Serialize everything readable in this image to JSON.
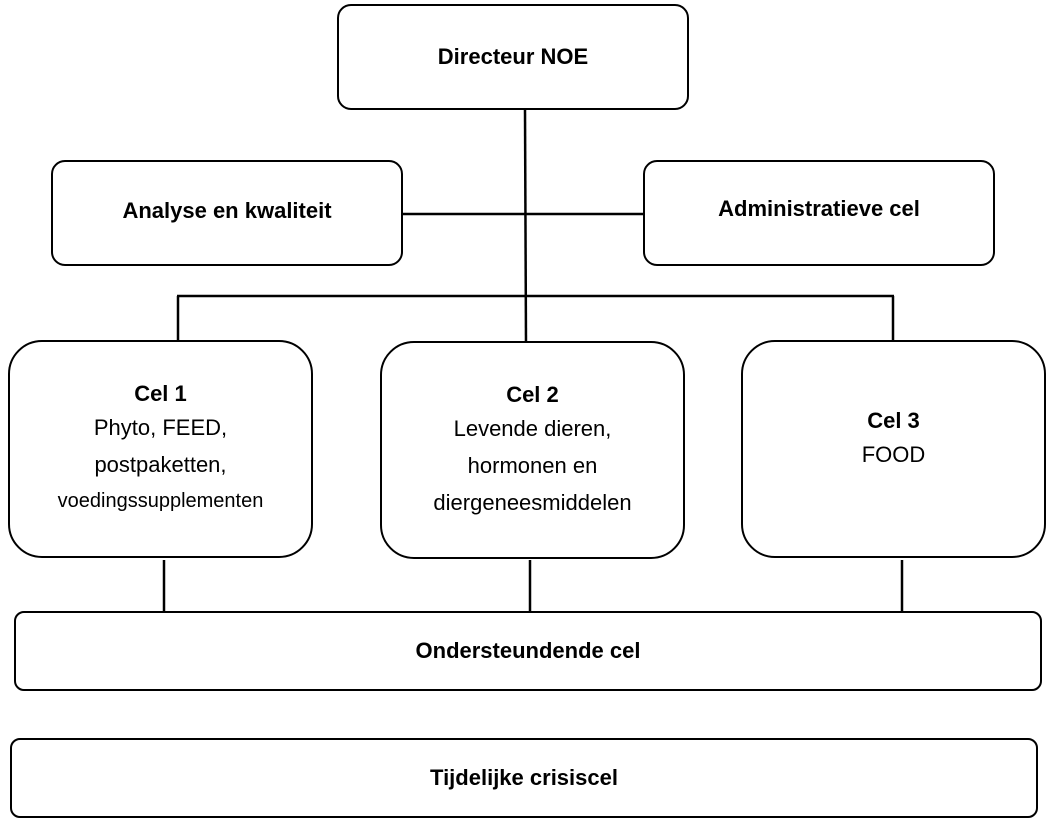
{
  "org": {
    "directeur": {
      "title": "Directeur NOE"
    },
    "analyse": {
      "title": "Analyse en kwaliteit"
    },
    "administratief": {
      "title": "Administratieve cel"
    },
    "cel1": {
      "title": "Cel 1",
      "lines": [
        "Phyto, FEED,",
        "postpaketten,",
        "voedingssupplementen"
      ]
    },
    "cel2": {
      "title": "Cel 2",
      "lines": [
        "Levende dieren,",
        "hormonen en",
        "diergeneesmiddelen"
      ]
    },
    "cel3": {
      "title": "Cel 3",
      "lines": [
        "FOOD"
      ]
    },
    "ondersteunend": {
      "title": "Ondersteundende cel"
    },
    "crisis": {
      "title": "Tijdelijke crisiscel"
    }
  }
}
